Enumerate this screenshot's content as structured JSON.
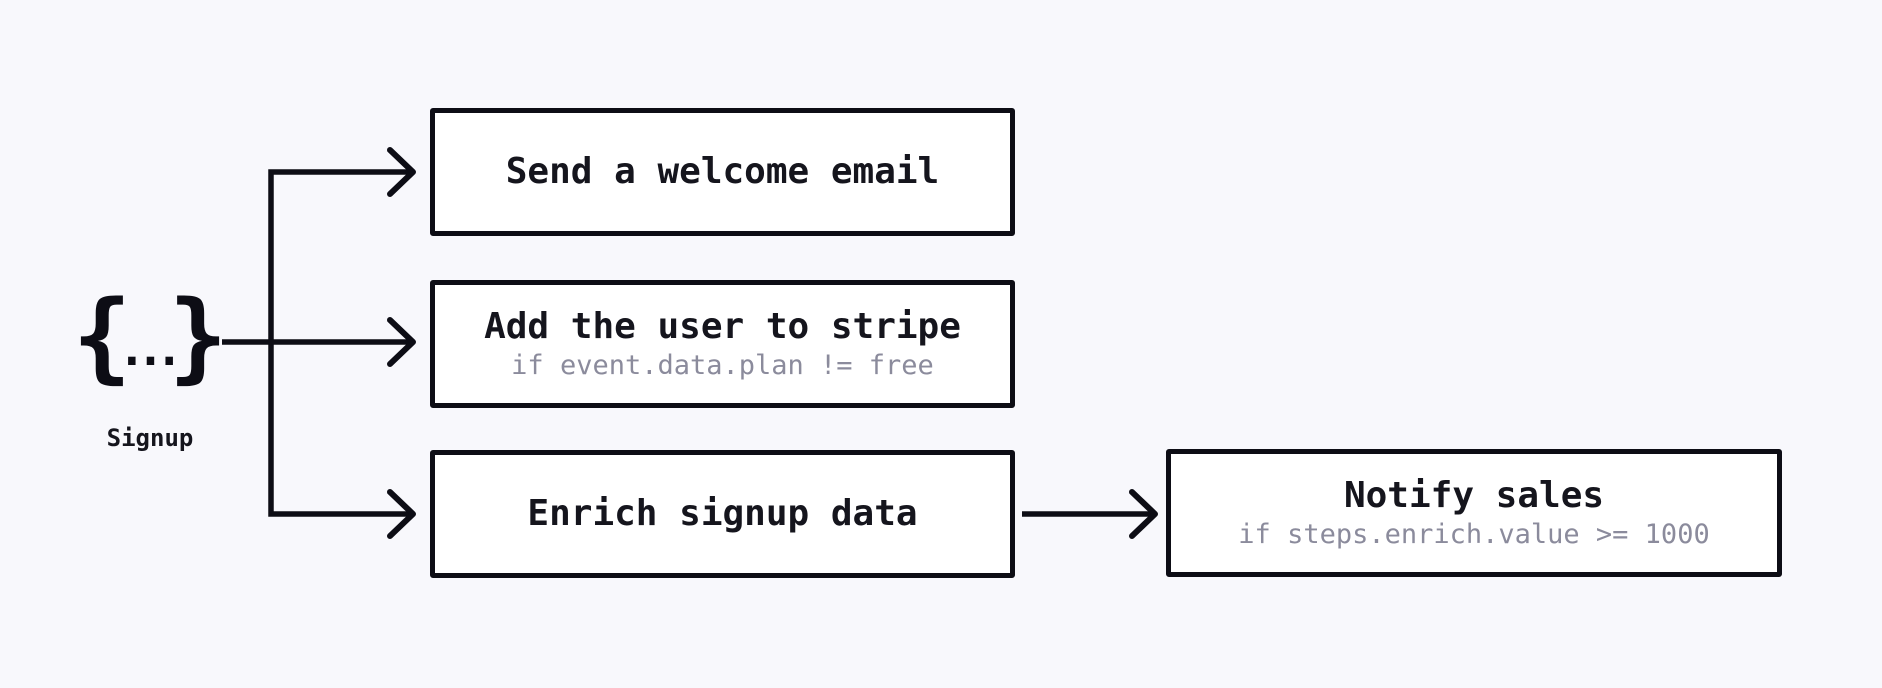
{
  "canvas": {
    "colors": {
      "bg": "#f8f8fc",
      "ink": "#0d0d15",
      "node-bg": "#ffffff",
      "title": "#15151d",
      "muted": "#8b8b9c"
    }
  },
  "trigger": {
    "icon": "curly-braces-icon",
    "glyph_open": "{",
    "glyph_dots": "...",
    "glyph_close": "}",
    "label": "Signup"
  },
  "steps": [
    {
      "title": "Send a welcome email"
    },
    {
      "title": "Add the user to stripe",
      "condition": "if event.data.plan != free"
    },
    {
      "title": "Enrich signup data"
    },
    {
      "title": "Notify sales",
      "condition": "if steps.enrich.value >= 1000"
    }
  ]
}
